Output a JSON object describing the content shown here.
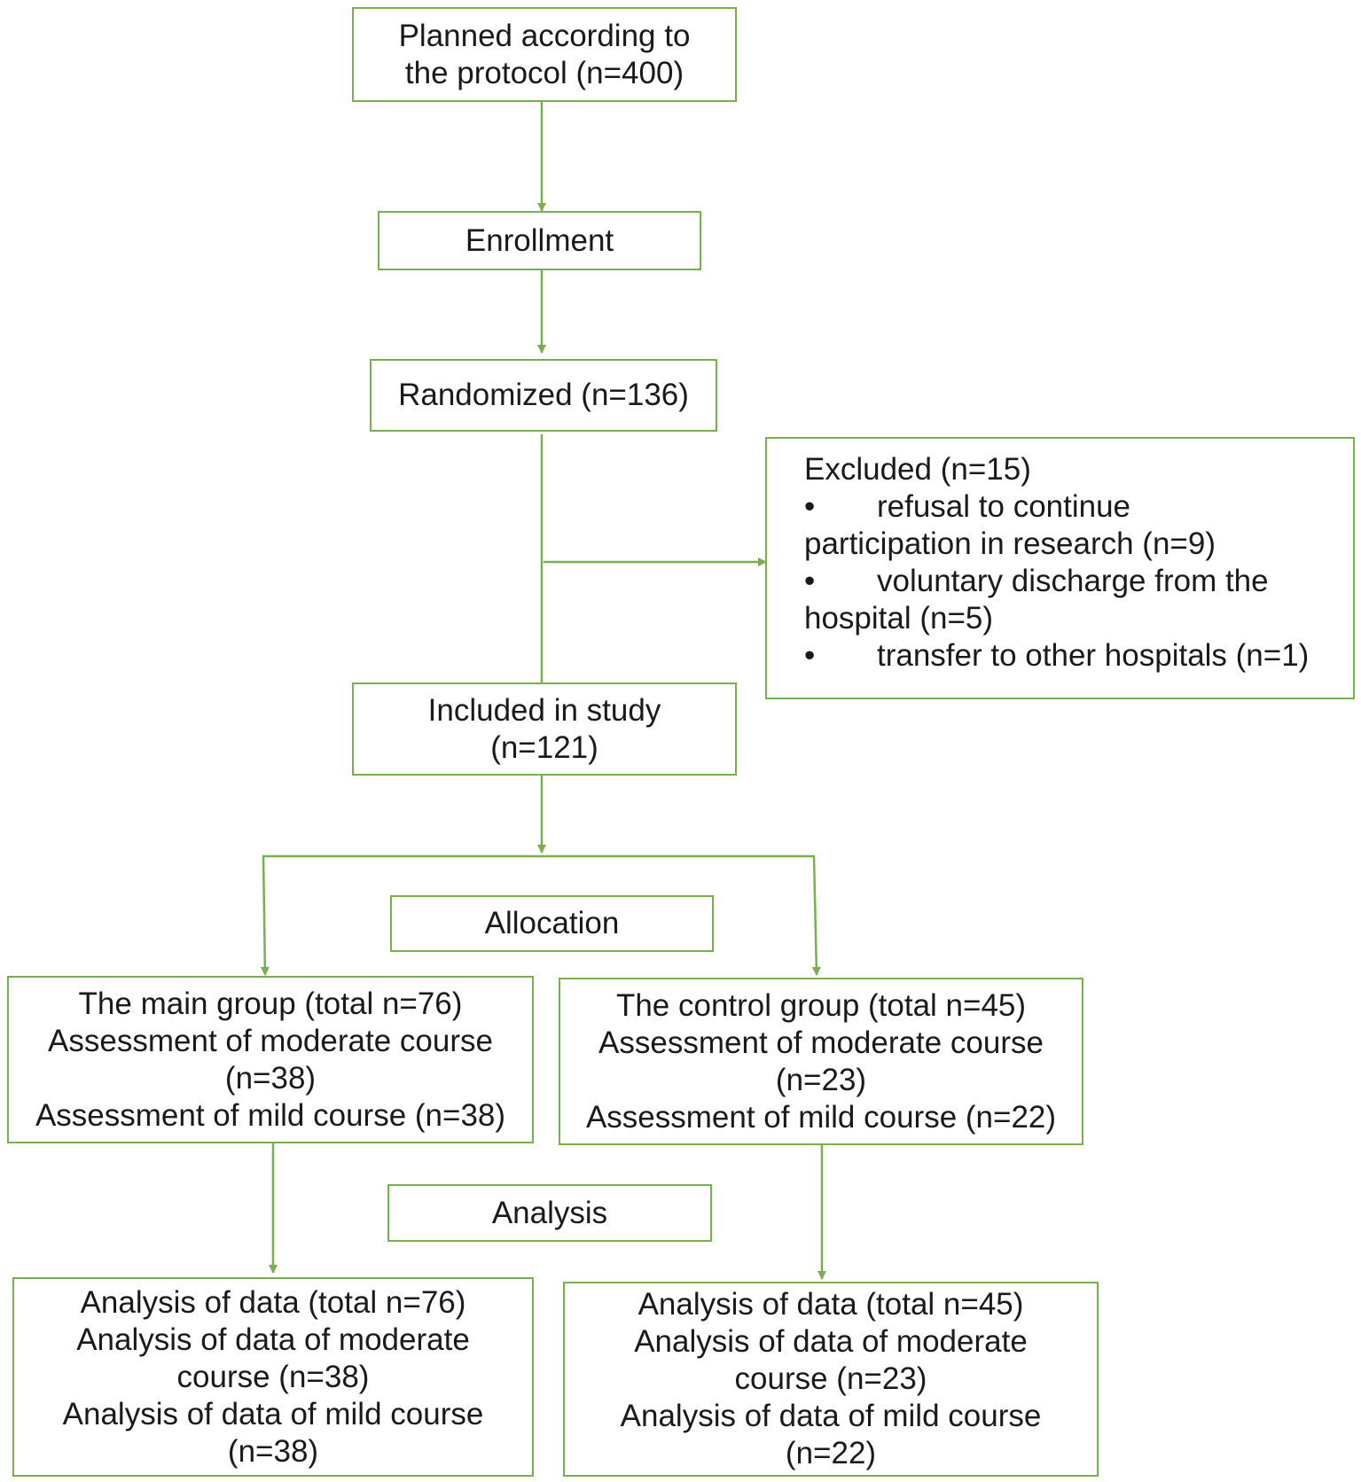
{
  "boxes": {
    "planned": {
      "lines": [
        "Planned according to",
        "the protocol (n=400)"
      ]
    },
    "enrollment": {
      "lines": [
        "Enrollment"
      ]
    },
    "randomized": {
      "lines": [
        "Randomized (n=136)"
      ]
    },
    "excluded": {
      "title": "Excluded (n=15)",
      "bullet": "•",
      "items": [
        {
          "first": "refusal to continue",
          "rest": "participation in research (n=9)"
        },
        {
          "first": "voluntary discharge from the",
          "rest": "hospital (n=5)"
        },
        {
          "first": "transfer to other hospitals (n=1)",
          "rest": ""
        }
      ]
    },
    "included": {
      "lines": [
        "Included in study",
        "(n=121)"
      ]
    },
    "allocation": {
      "lines": [
        "Allocation"
      ]
    },
    "main_group": {
      "lines": [
        "The main group (total n=76)",
        "Assessment of moderate course",
        "(n=38)",
        "Assessment of mild course (n=38)"
      ]
    },
    "control_group": {
      "lines": [
        "The control group (total n=45)",
        "Assessment of moderate course",
        "(n=23)",
        "Assessment of mild course (n=22)"
      ]
    },
    "analysis": {
      "lines": [
        "Analysis"
      ]
    },
    "main_analysis": {
      "lines": [
        "Analysis of data (total n=76)",
        "Analysis of data of moderate",
        "course (n=38)",
        "Analysis of data of mild course",
        "(n=38)"
      ]
    },
    "control_analysis": {
      "lines": [
        "Analysis of data (total n=45)",
        "Analysis of data of moderate",
        "course (n=23)",
        "Analysis of data of mild course",
        "(n=22)"
      ]
    }
  },
  "colors": {
    "border": "#78b04a",
    "text": "#1a1a1a"
  }
}
